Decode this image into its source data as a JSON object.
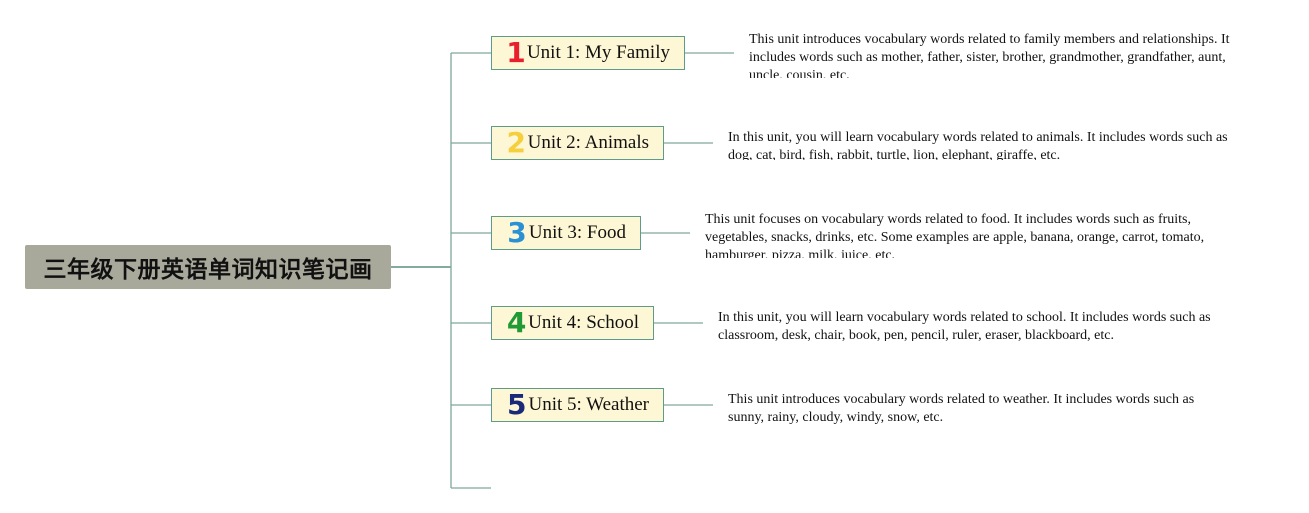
{
  "root": {
    "title": "三年级下册英语单词知识笔记画"
  },
  "units": [
    {
      "number": "1",
      "number_color": "#e8202e",
      "label": "Unit 1: My Family",
      "note": "This unit introduces vocabulary words related to family members and relationships. It includes words such as mother, father, sister, brother, grandmother, grandfather, aunt, uncle, cousin, etc."
    },
    {
      "number": "2",
      "number_color": "#f5cf3c",
      "label": "Unit 2: Animals",
      "note": "In this unit, you will learn vocabulary words related to animals. It includes words such as dog, cat, bird, fish, rabbit, turtle, lion, elephant, giraffe, etc."
    },
    {
      "number": "3",
      "number_color": "#2a91d4",
      "label": "Unit 3: Food",
      "note": "This unit focuses on vocabulary words related to food. It includes words such as fruits, vegetables, snacks, drinks, etc. Some examples are apple, banana, orange, carrot, tomato, hamburger, pizza, milk, juice, etc."
    },
    {
      "number": "4",
      "number_color": "#1f9a34",
      "label": "Unit 4: School",
      "note": "In this unit, you will learn vocabulary words related to school. It includes words such as classroom, desk, chair, book, pen, pencil, ruler, eraser, blackboard, etc."
    },
    {
      "number": "5",
      "number_color": "#1a2a78",
      "label": "Unit 5: Weather",
      "note": "This unit introduces vocabulary words related to weather. It includes words such as sunny, rainy, cloudy, windy, snow, etc."
    }
  ],
  "colors": {
    "connector": "#7fa79c",
    "root_bg": "#a9a99b",
    "topic_bg": "#fdf7d5",
    "topic_border": "#5d9b8a"
  }
}
